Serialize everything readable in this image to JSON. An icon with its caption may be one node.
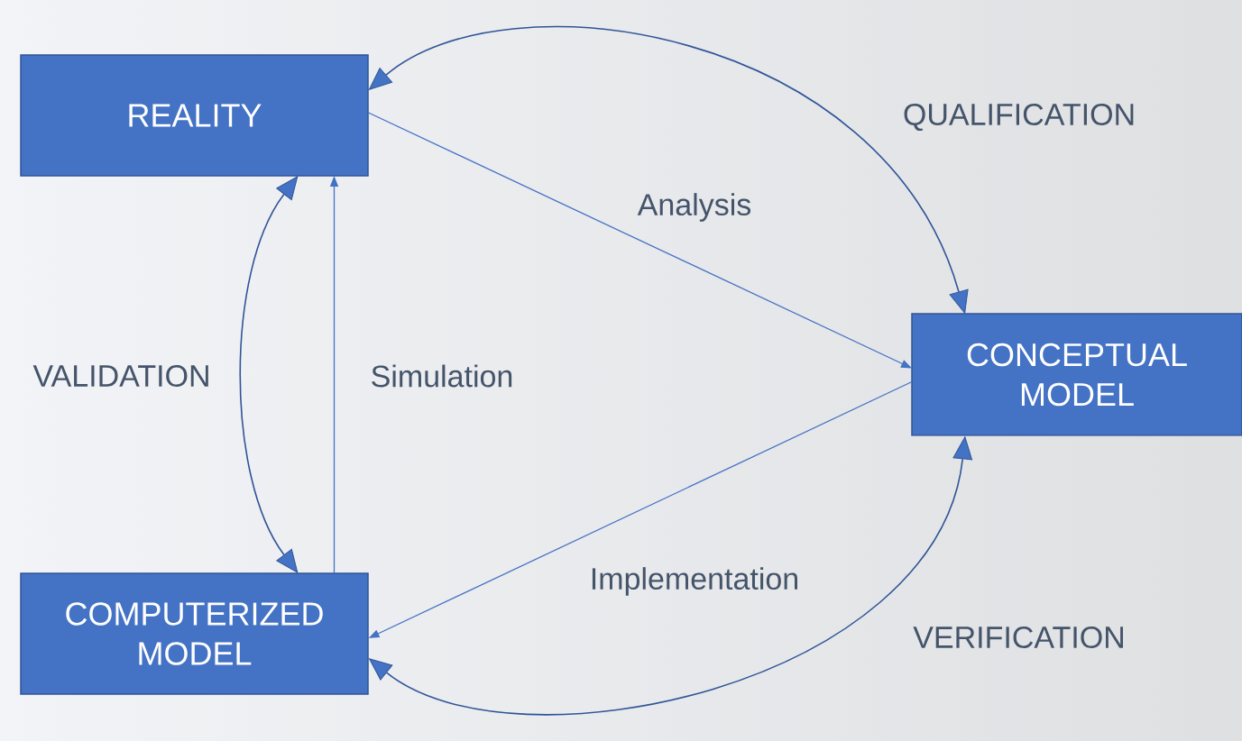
{
  "diagram": {
    "nodes": [
      {
        "text": [
          "REALITY"
        ]
      },
      {
        "text": [
          "CONCEPTUAL MODEL"
        ]
      },
      {
        "text": [
          "COMPUTERIZED MODEL"
        ]
      }
    ],
    "edges": [
      {
        "from": 0,
        "to": 1,
        "arrow": "to",
        "label": "Analysis"
      },
      {
        "from": 1,
        "to": 2,
        "arrow": "to",
        "label": "Implementation"
      },
      {
        "from": 2,
        "to": 0,
        "arrow": "to",
        "label": "Simulation"
      },
      {
        "from": 0,
        "to": 1,
        "arrow": "both",
        "label": "QUALIFICATION",
        "color": "#2f5597"
      },
      {
        "from": 0,
        "to": 2,
        "arrow": "both",
        "label": "VALIDATION",
        "color": "#2f5597"
      },
      {
        "from": 2,
        "to": 1,
        "arrow": "both",
        "label": "VERIFICATION",
        "color": "#2f5597"
      }
    ]
  }
}
